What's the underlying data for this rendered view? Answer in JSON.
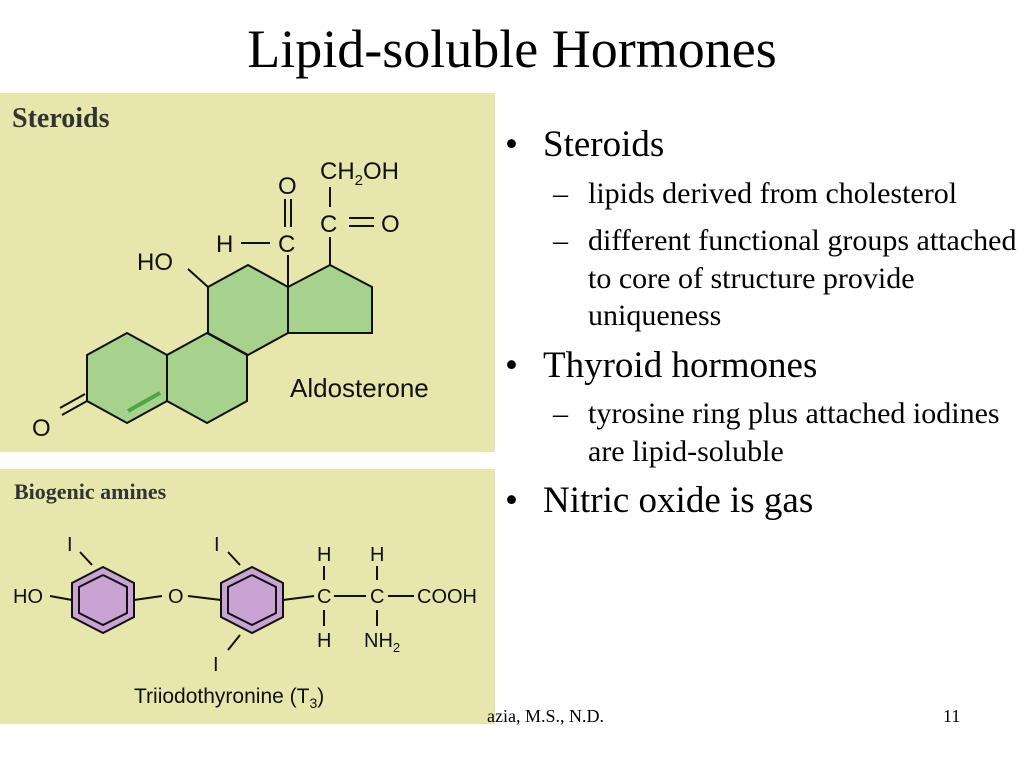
{
  "slide": {
    "title": "Lipid-soluble Hormones",
    "footer_author": "azia, M.S., N.D.",
    "page_number": "11"
  },
  "figure_steroids": {
    "heading": "Steroids",
    "ho": "HO",
    "h": "H",
    "c1": "C",
    "c2": "C",
    "o1": "O",
    "o2": "O",
    "o3": "O",
    "ch2oh_a": "CH",
    "ch2oh_sub": "2",
    "ch2oh_b": "OH",
    "name": "Aldosterone",
    "ring_fill": "#a6d28d",
    "double_bond_fill": "#4ea542"
  },
  "figure_amines": {
    "heading": "Biogenic amines",
    "ho": "HO",
    "o_bridge": "O",
    "i_top1": "I",
    "i_top2": "I",
    "i_bottom": "I",
    "h1": "H",
    "h2": "H",
    "h3": "H",
    "c1": "C",
    "c2": "C",
    "cooh": "COOH",
    "nh2_a": "NH",
    "nh2_sub": "2",
    "name_a": "Triiodothyronine (T",
    "name_sub": "3",
    "name_b": ")",
    "ring_fill": "#c8a3d3"
  },
  "bullets": [
    {
      "text": "Steroids",
      "sub": [
        "lipids derived from cholesterol",
        "different functional groups attached to core of structure provide uniqueness"
      ]
    },
    {
      "text": "Thyroid hormones",
      "sub": [
        "tyrosine ring plus attached iodines are lipid-soluble"
      ]
    },
    {
      "text": "Nitric oxide is gas",
      "sub": []
    }
  ]
}
